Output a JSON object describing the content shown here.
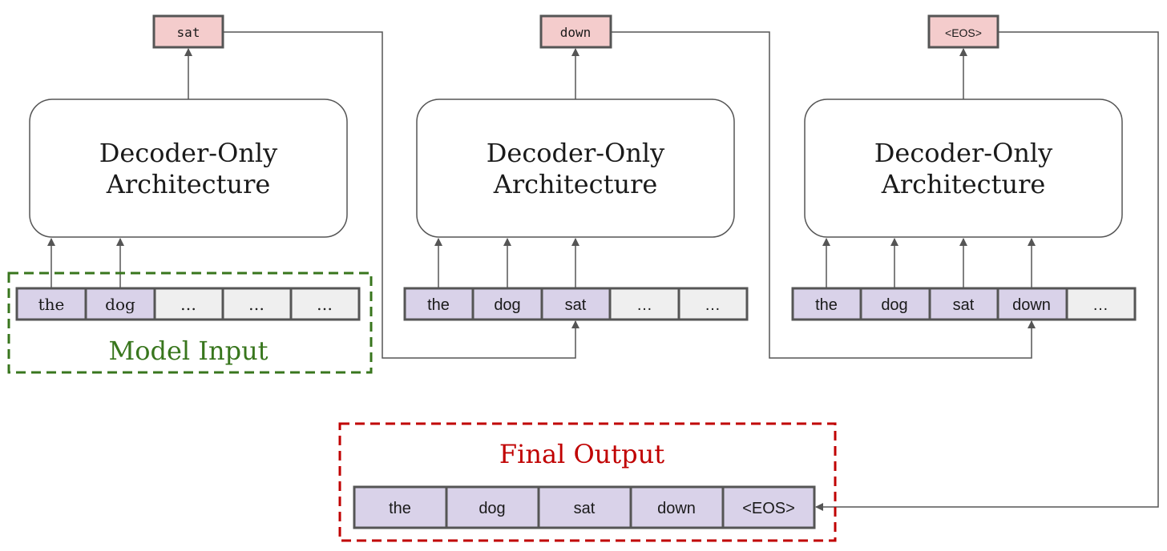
{
  "decoders": [
    {
      "line1": "Decoder-Only",
      "line2": "Architecture",
      "output": "sat",
      "tokens": [
        "the",
        "dog",
        "…",
        "…",
        "…"
      ],
      "filled": 2
    },
    {
      "line1": "Decoder-Only",
      "line2": "Architecture",
      "output": "down",
      "tokens": [
        "the",
        "dog",
        "sat",
        "…",
        "…"
      ],
      "filled": 3
    },
    {
      "line1": "Decoder-Only",
      "line2": "Architecture",
      "output": "<EOS>",
      "tokens": [
        "the",
        "dog",
        "sat",
        "down",
        "…"
      ],
      "filled": 4
    }
  ],
  "model_input_label": "Model Input",
  "final_output_label": "Final Output",
  "final_tokens": [
    "the",
    "dog",
    "sat",
    "down",
    "<EOS>"
  ],
  "colors": {
    "token_fill": "#d9d2e9",
    "empty_fill": "#efefef",
    "output_fill": "#f4cccc",
    "model_input_border": "#38761d",
    "final_output_border": "#c00000",
    "line": "#555555"
  }
}
